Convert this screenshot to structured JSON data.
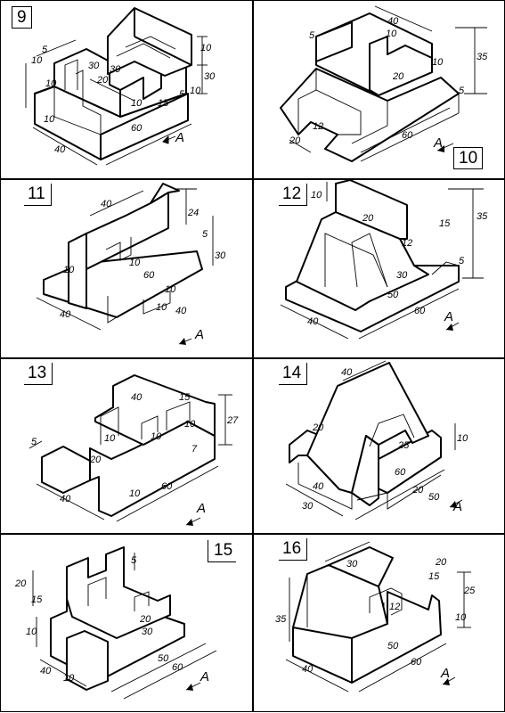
{
  "sheet": {
    "panels": [
      {
        "number": "9",
        "dims": [
          "5",
          "10",
          "30",
          "10",
          "30",
          "10",
          "20",
          "10",
          "15",
          "5",
          "10",
          "60",
          "40",
          "10",
          "30"
        ],
        "view_label": "A"
      },
      {
        "number": "10",
        "dims": [
          "40",
          "5",
          "10",
          "10",
          "35",
          "20",
          "5",
          "12",
          "20",
          "60"
        ],
        "view_label": "A"
      },
      {
        "number": "11",
        "dims": [
          "40",
          "24",
          "5",
          "10",
          "30",
          "10",
          "60",
          "10",
          "40",
          "40",
          "10"
        ],
        "view_label": "A"
      },
      {
        "number": "12",
        "dims": [
          "10",
          "35",
          "20",
          "15",
          "12",
          "30",
          "5",
          "50",
          "60",
          "40"
        ],
        "view_label": "A"
      },
      {
        "number": "13",
        "dims": [
          "40",
          "15",
          "27",
          "10",
          "10",
          "10",
          "7",
          "20",
          "5",
          "10",
          "40",
          "60"
        ],
        "view_label": "A"
      },
      {
        "number": "14",
        "dims": [
          "40",
          "20",
          "25",
          "10",
          "60",
          "40",
          "20",
          "50",
          "30"
        ],
        "view_label": "A"
      },
      {
        "number": "15",
        "dims": [
          "20",
          "15",
          "5",
          "20",
          "30",
          "10",
          "40",
          "10",
          "50",
          "60"
        ],
        "view_label": "A"
      },
      {
        "number": "16",
        "dims": [
          "30",
          "20",
          "15",
          "12",
          "25",
          "35",
          "10",
          "50",
          "40",
          "60"
        ],
        "view_label": "A"
      }
    ]
  }
}
